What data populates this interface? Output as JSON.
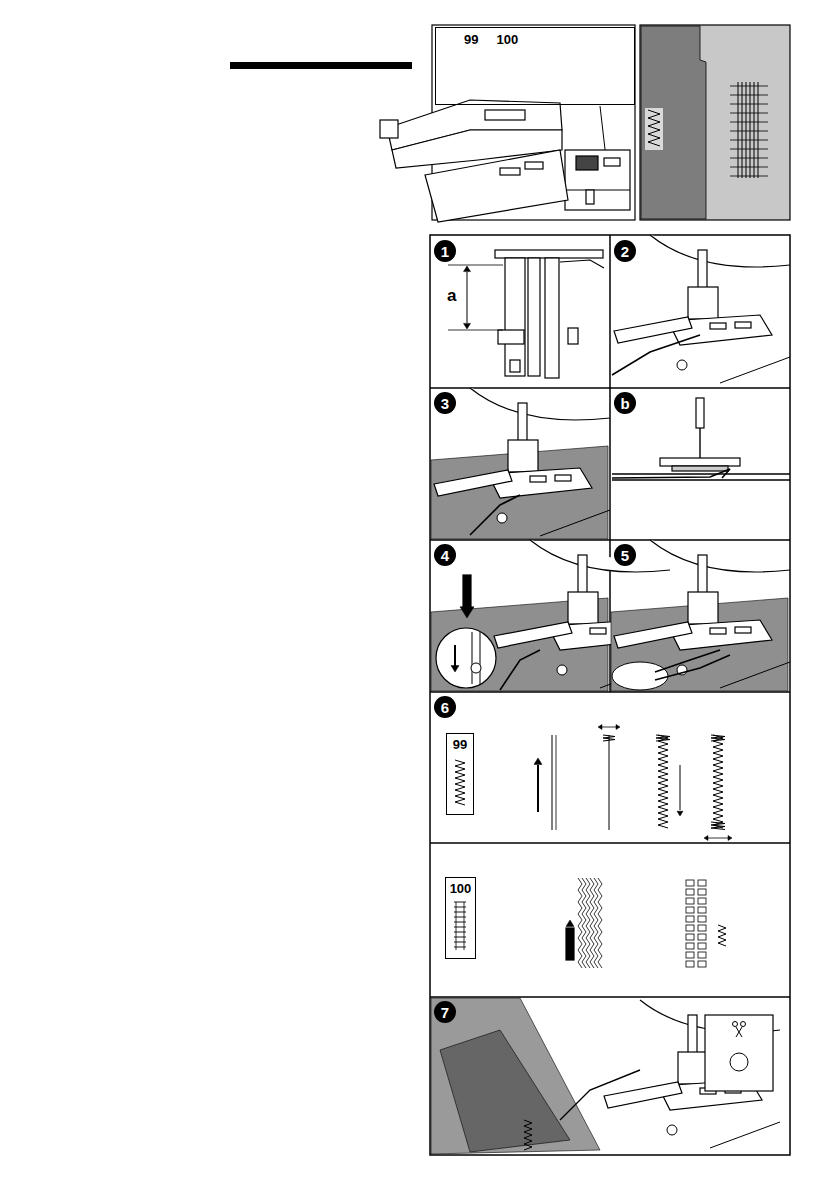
{
  "diagram": {
    "nodes": [
      {
        "text": [
          "99",
          "100"
        ]
      },
      {
        "text": [
          "1"
        ]
      },
      {
        "text": [
          "2"
        ]
      },
      {
        "text": [
          "3"
        ]
      },
      {
        "text": [
          "b"
        ]
      },
      {
        "text": [
          "4"
        ]
      },
      {
        "text": [
          "5"
        ]
      },
      {
        "text": [
          "6"
        ]
      },
      {
        "text": [
          "99"
        ]
      },
      {
        "text": [
          "100"
        ]
      },
      {
        "text": [
          "7"
        ]
      }
    ],
    "labels": [
      "a"
    ]
  }
}
